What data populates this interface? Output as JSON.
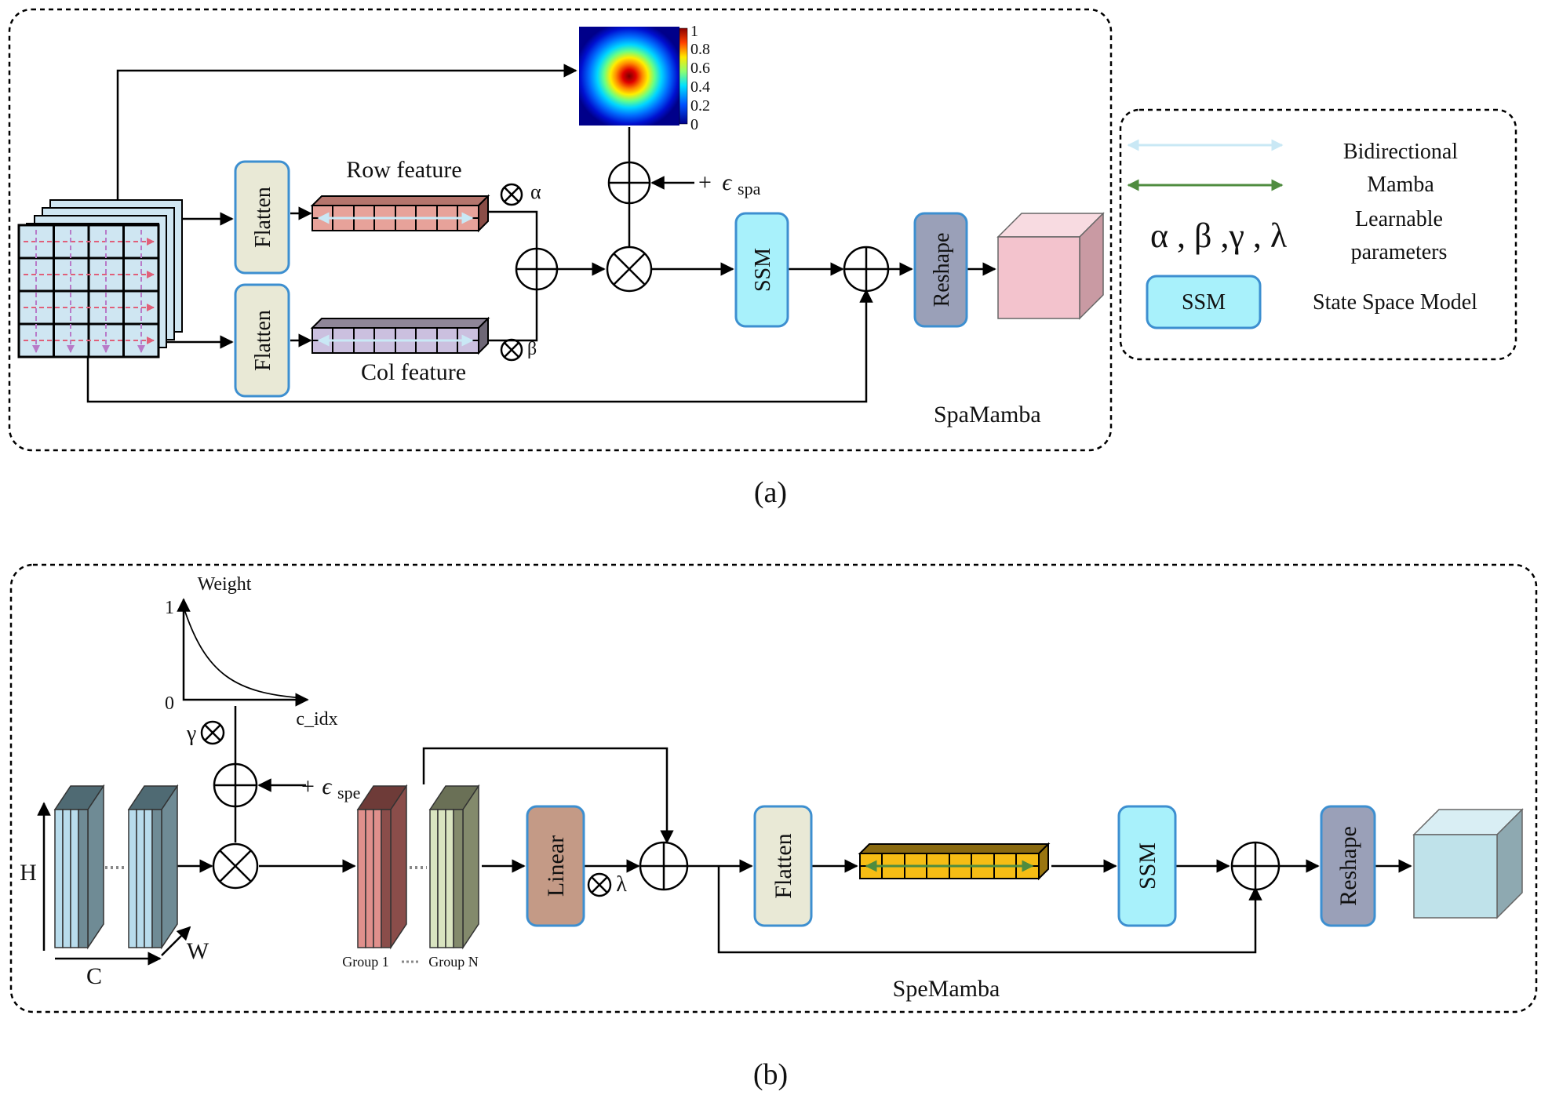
{
  "panel_a": {
    "caption": "(a)",
    "module_name": "SpaMamba",
    "flatten_label": "Flatten",
    "row_feature_label": "Row feature",
    "col_feature_label": "Col feature",
    "alpha": "α",
    "beta": "β",
    "eps_plus": "+",
    "eps_symbol": "ϵ",
    "eps_sub": "spa",
    "ssm_label": "SSM",
    "reshape_label": "Reshape",
    "colorbar_ticks": [
      "1",
      "0.8",
      "0.6",
      "0.4",
      "0.2",
      "0"
    ]
  },
  "legend": {
    "bidirectional_line1": "Bidirectional",
    "bidirectional_line2": "Mamba",
    "params_symbols": "α , β ,γ , λ",
    "params_line1": "Learnable",
    "params_line2": "parameters",
    "ssm_chip": "SSM",
    "ssm_desc": "State Space Model"
  },
  "panel_b": {
    "caption": "(b)",
    "module_name": "SpeMamba",
    "weight_axis": "Weight",
    "y_tick_top": "1",
    "y_tick_bottom": "0",
    "x_axis": "c_idx",
    "gamma": "γ",
    "lambda": "λ",
    "eps_plus": "+",
    "eps_symbol": "ϵ",
    "eps_sub": "spe",
    "dim_h": "H",
    "dim_c": "C",
    "dim_w": "W",
    "group_1": "Group 1",
    "group_n": "Group N",
    "linear_label": "Linear",
    "flatten_label": "Flatten",
    "ssm_label": "SSM",
    "reshape_label": "Reshape"
  },
  "colors": {
    "flatten_fill": "#e9e9d6",
    "box_border": "#3d8fd0",
    "ssm_fill": "#a8f1fb",
    "reshape_fill": "#9aa0b8",
    "linear_fill": "#c49a86",
    "bidir_light": "#c9e8f5",
    "bidir_green": "#4f8c3f",
    "row_feature": "#e7a29a",
    "col_feature": "#cbc0df",
    "spe_feature": "#f6bd14",
    "output_cube_a": "#f3c3cd",
    "output_cube_b": "#bfe2ea"
  }
}
